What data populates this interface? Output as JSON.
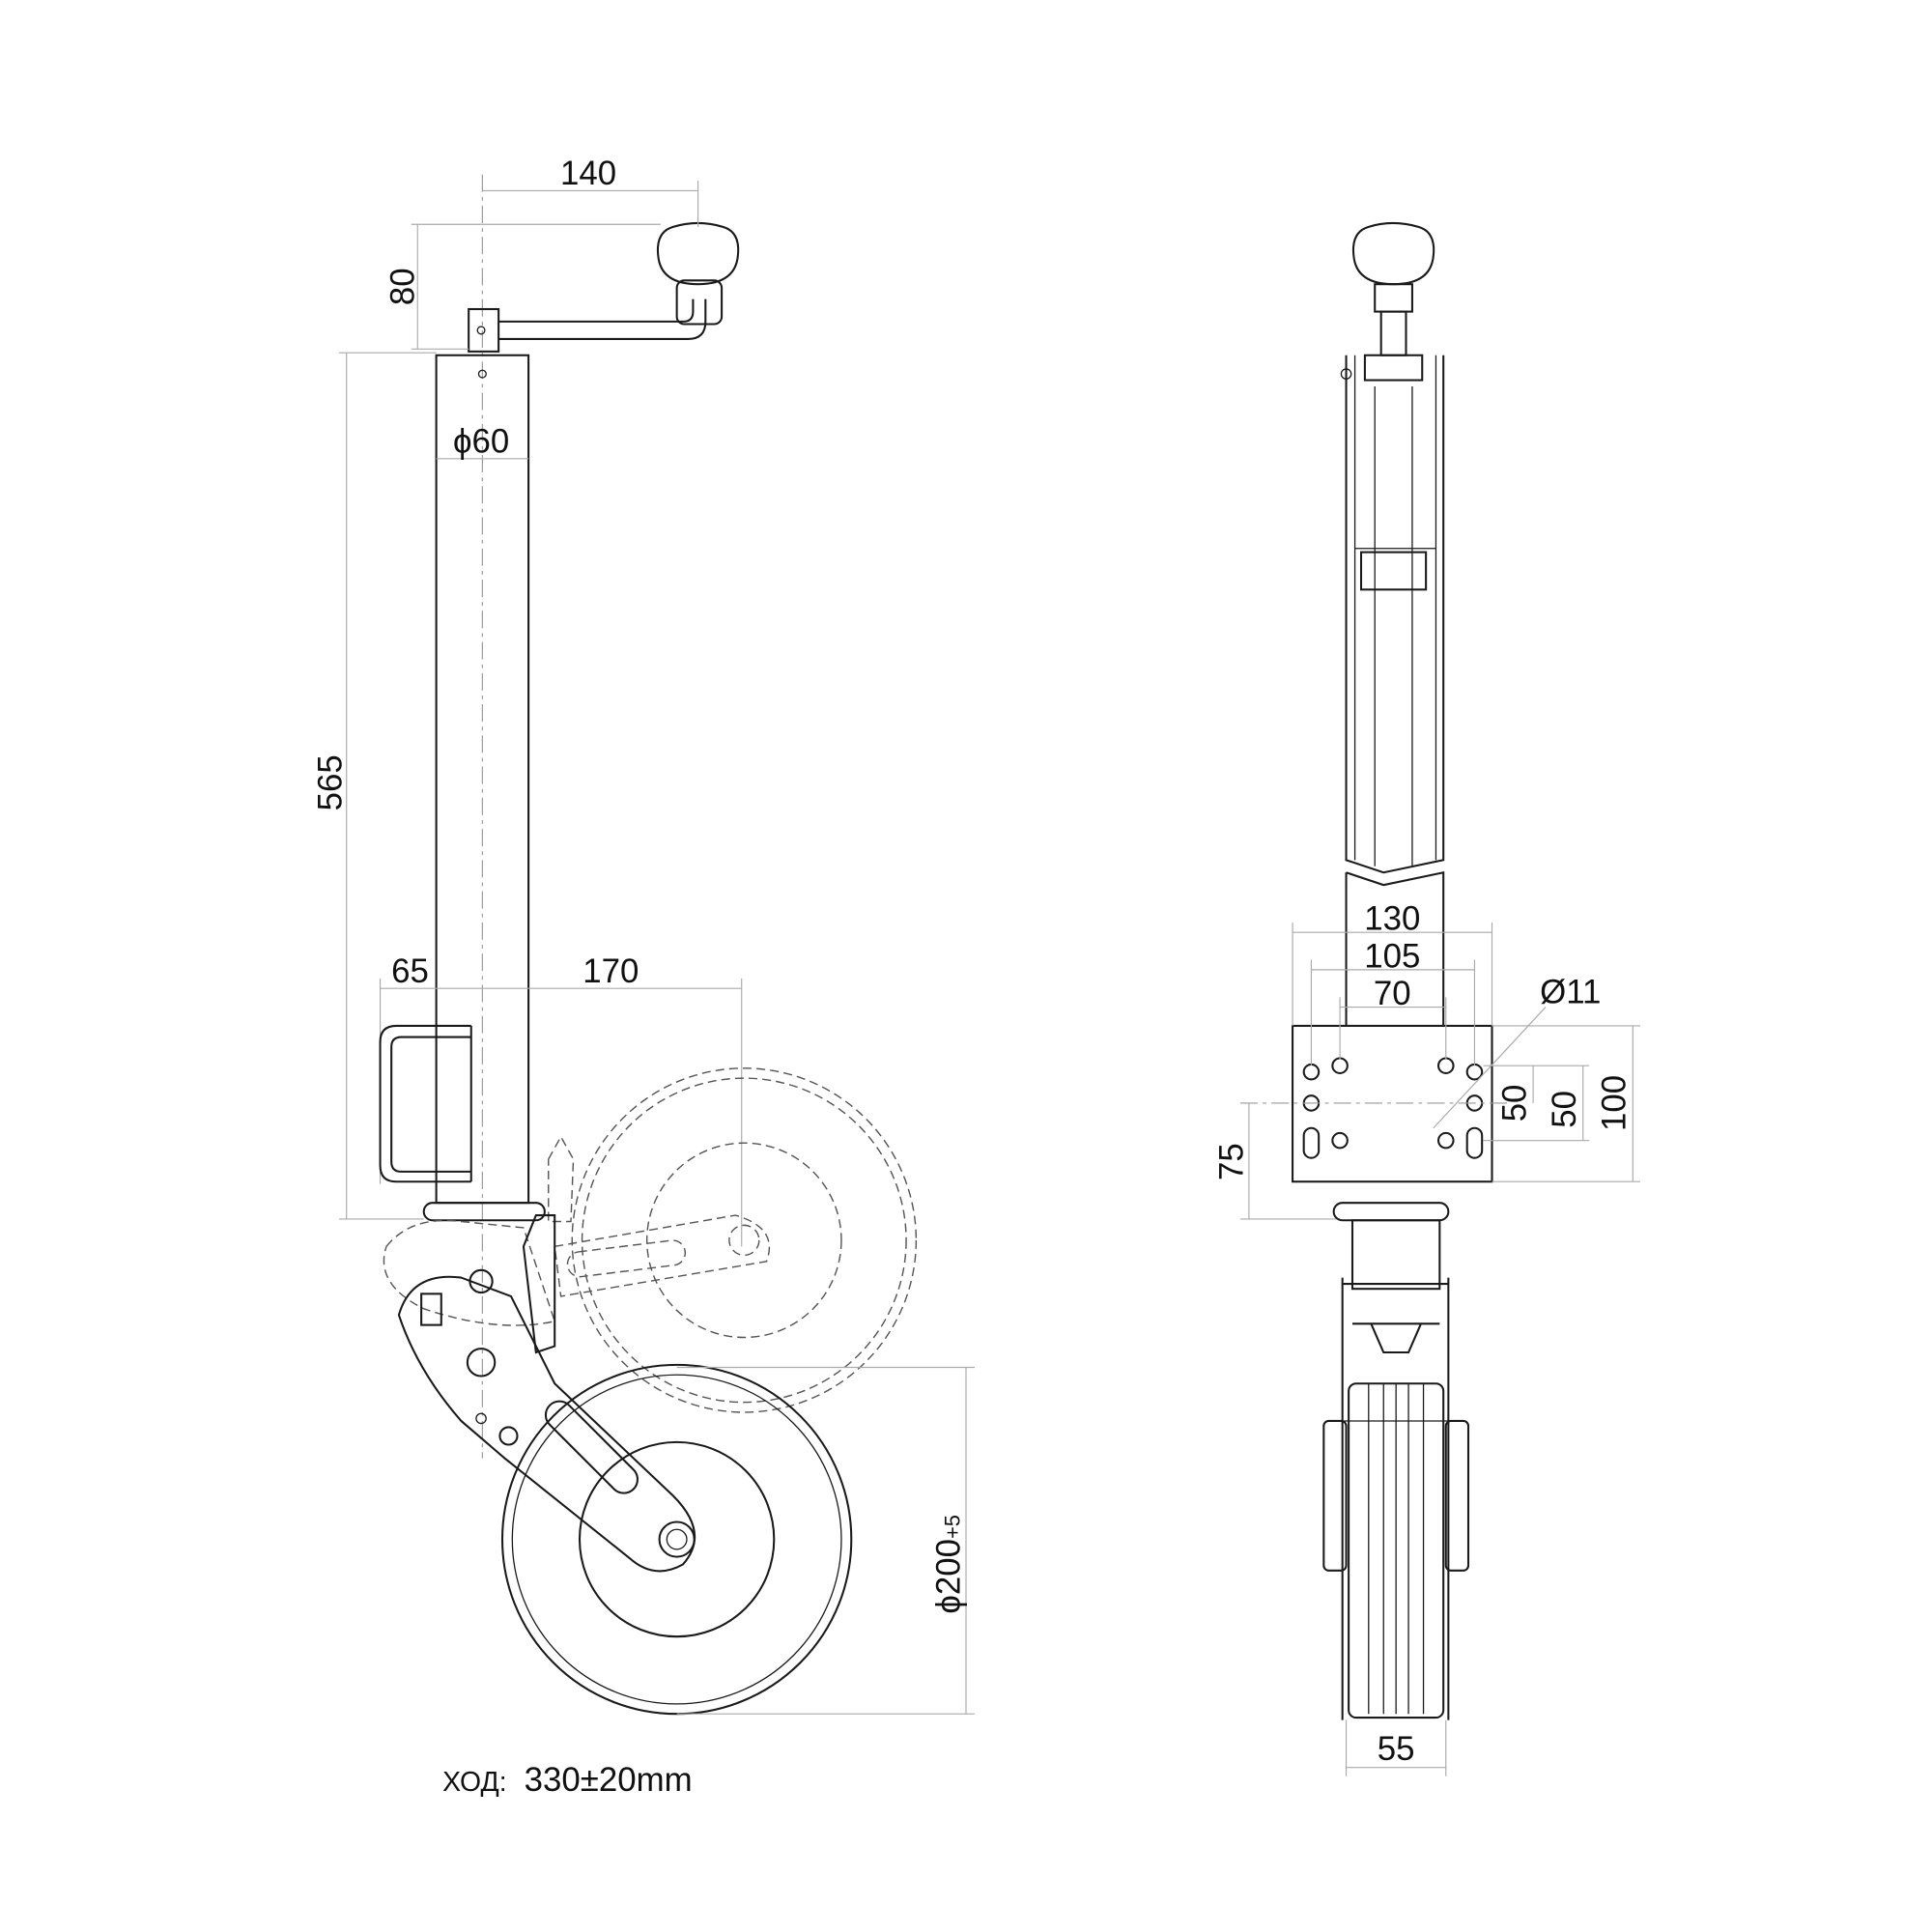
{
  "side_view": {
    "crank_offset": "140",
    "handle_height": "80",
    "tube_length": "565",
    "tube_diameter": "ϕ60",
    "bracket_offset": "65",
    "wheel_offset": "170",
    "wheel_diameter": "ϕ200",
    "wheel_tolerance": "+5",
    "stroke_label": "ХОД:",
    "stroke_value": "330±20mm"
  },
  "front_view": {
    "plate_width": "130",
    "hole_spacing_outer": "105",
    "hole_spacing_inner": "70",
    "hole_diameter": "Ø11",
    "vert_spacing_1": "50",
    "vert_spacing_2": "50",
    "plate_height": "100",
    "plate_offset": "75",
    "wheel_width": "55"
  }
}
